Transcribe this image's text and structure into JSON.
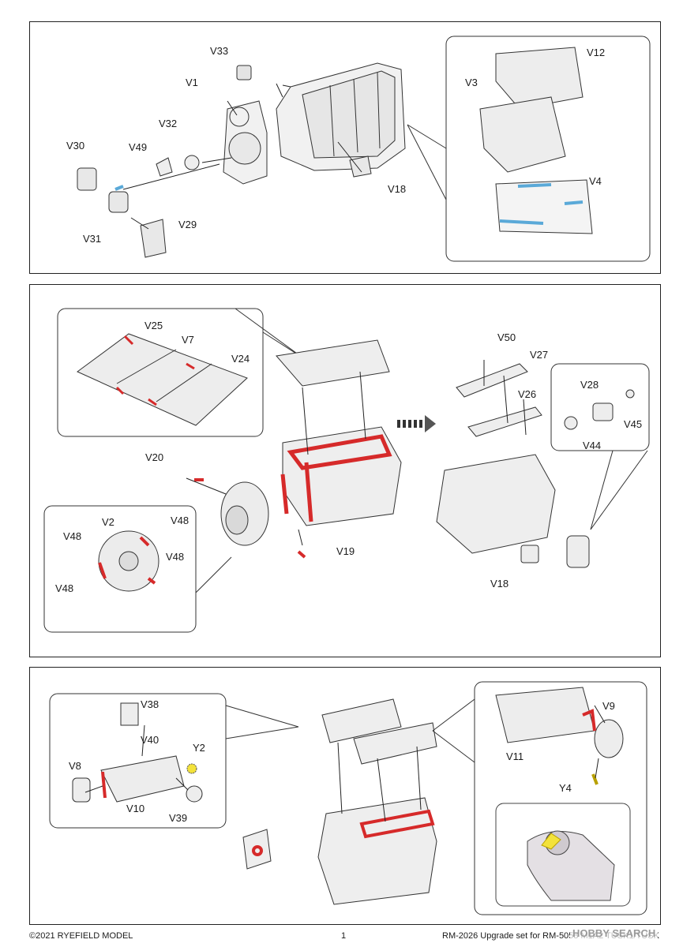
{
  "panel1": {
    "labels": {
      "v33": "V33",
      "v1": "V1",
      "v32": "V32",
      "v30": "V30",
      "v49": "V49",
      "v31": "V31",
      "v29": "V29",
      "v18": "V18",
      "v12": "V12",
      "v3": "V3",
      "v4": "V4"
    }
  },
  "panel2": {
    "labels": {
      "v25": "V25",
      "v7": "V7",
      "v24": "V24",
      "v50": "V50",
      "v27": "V27",
      "v26": "V26",
      "v28": "V28",
      "v45": "V45",
      "v44": "V44",
      "v20": "V20",
      "v2": "V2",
      "v48a": "V48",
      "v48b": "V48",
      "v48c": "V48",
      "v48d": "V48",
      "v19": "V19",
      "v18": "V18"
    }
  },
  "panel3": {
    "labels": {
      "v38": "V38",
      "v40": "V40",
      "y2": "Y2",
      "v8": "V8",
      "v10": "V10",
      "v39": "V39",
      "v9": "V9",
      "v11": "V11",
      "y4": "Y4"
    }
  },
  "footer": {
    "copyright": "©2021 RYEFIELD MODEL",
    "page": "1",
    "set": "RM-2026 Upgrade set for RM-5058 M1A2 TUSK1/TUSK2",
    "watermark": "HOBBY SEARCH"
  },
  "colors": {
    "etch_red": "#d62a2a",
    "etch_blue": "#5aa9d8",
    "line": "#333333",
    "part_fill": "#f1f1f1",
    "arrow_gray": "#555555",
    "y_yellow": "#f3e23a"
  }
}
